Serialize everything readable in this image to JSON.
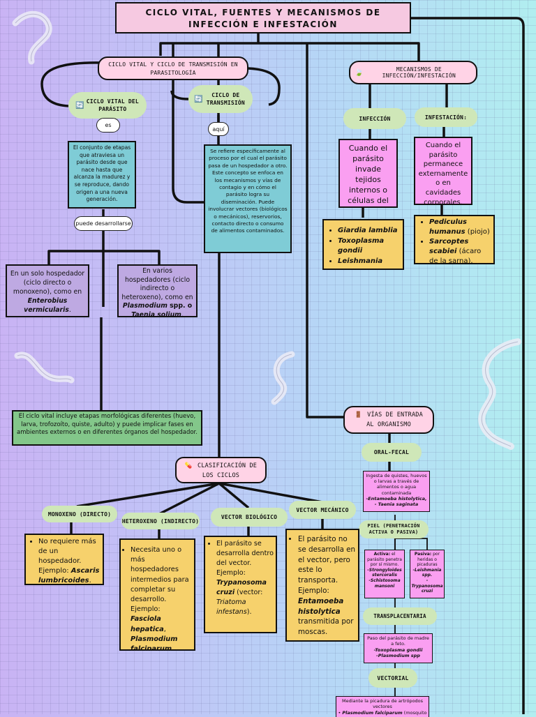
{
  "title": {
    "line1": "CICLO VITAL, FUENTES Y MECANISMOS DE",
    "line2": "INFECCIÓN E INFESTACIÓN"
  },
  "left": {
    "header": "CICLO VITAL Y CICLO DE TRANSMISIÓN EN PARASITOLOGÍA",
    "cv_label": "CICLO VITAL DEL PARÁSITO",
    "ct_label": "CICLO DE TRANSMISIÓN",
    "es": "es",
    "aqui": "aquí",
    "cv_def": "El conjunto de etapas que atraviesa un parásito desde que nace hasta que alcanza la madurez y se reproduce, dando origen a una nueva generación.",
    "ct_def": "Se refiere específicamente al proceso por el cual el parásito pasa de un hospedador a otro. Este concepto se enfoca en los mecanismos y vías de contagio y en cómo el parásito logra su diseminación. Puede involucrar vectores (biológicos o mecánicos), reservorios, contacto directo o consumo de alimentos contaminados.",
    "puede": "puede desarrollarse",
    "direct": {
      "t1": "En un solo hospedador (ciclo directo o monoxeno), como en",
      "t2": "Enterobius vermicularis",
      "t3": "."
    },
    "indirect": {
      "t1": "En varios hospedadores (ciclo indirecto o heteroxeno), como en",
      "t2": "Plasmodium",
      "t3": " spp. o ",
      "t4": "Taenia solium",
      "t5": "."
    },
    "green_note": "El ciclo vital incluye etapas morfológicas diferentes (huevo, larva, trofozoíto, quiste, adulto) y puede implicar fases en ambientes externos o en diferentes órganos del hospedador."
  },
  "right": {
    "header": "MECANISMOS DE INFECCIÓN/INFESTACIÓN",
    "infeccion": "INFECCIÓN",
    "infestacion": "INFESTACIÓN:",
    "infeccion_def": "Cuando el parásito invade tejidos internos o células del hospedador",
    "infestacion_def": "Cuando el parásito permanece externamente o en cavidades corporales.",
    "infeccion_ex": [
      "Giardia lamblia",
      "Toxoplasma gondii",
      "Leishmania spp."
    ],
    "infestacion_ex": [
      {
        "a": "Pediculus humanus",
        "b": " (piojo)"
      },
      {
        "a": "Sarcoptes scabiei",
        "b": " (ácaro de la sarna)."
      }
    ]
  },
  "vias": {
    "header": "VÍAS DE ENTRADA AL ORGANISMO",
    "oral": "ORAL-FECAL",
    "oral_def": "Ingesta de quistes, huevos o larvas a través de alimentos o agua contaminada",
    "oral_ex": [
      "-Entamoeba histolytica,",
      "- Taenia saginata"
    ],
    "piel": "PIEL (PENETRACIÓN ACTIVA O PASIVA)",
    "activa_head": "Activa:",
    "activa_txt": " el parásito penetra por sí mismo.",
    "activa_ex": [
      "-Strongyloides stercoralis",
      "-Schistosoma mansoni"
    ],
    "pasiva_head": "Pasiva:",
    "pasiva_txt": " por heridas o picaduras",
    "pasiva_ex": [
      "-Leishmania spp.",
      "-Trypanosoma cruzi"
    ],
    "trans": "TRANSPLACENTARIA",
    "trans_def": "Paso del parásito de madre a feto.",
    "trans_ex": [
      "-Toxoplasma gondii",
      "-Plasmodium spp"
    ],
    "vect": "VECTORIAL",
    "vect_def": "Mediante la picadura de artrópodos vectores",
    "vect_ex_a": "Plasmodium falciparum",
    "vect_ex_b": " (mosquito"
  },
  "clasif": {
    "header": "CLASIFICACIÓN DE LOS CICLOS",
    "mono": "MONOXENO (DIRECTO)",
    "hetero": "HETEROXENO (INDIRECTO)",
    "biol": "VECTOR BIOLÓGICO",
    "mec": "VECTOR MECÁNICO",
    "mono_t": "No requiere más de un hospedador. Ejemplo:",
    "mono_ex": "Ascaris lumbricoides",
    "hetero_t": "Necesita uno o más hospedadores intermedios para completar su desarrollo. Ejemplo:",
    "hetero_ex1": "Fasciola hepatica",
    "hetero_ex2": "Plasmodium falciparum",
    "biol_t": "El parásito se desarrolla dentro del vector. Ejemplo:",
    "biol_ex": "Trypanosoma cruzi",
    "biol_v1": " (vector: ",
    "biol_v2": "Triatoma infestans",
    "biol_v3": ").",
    "mec_t": "El parásito no se desarrolla en el vector, pero este lo transporta. Ejemplo:",
    "mec_ex": "Entamoeba histolytica",
    "mec_t2": " transmitida por moscas."
  },
  "colors": {
    "pink": "#f6c9e1",
    "green": "#cfe7b8",
    "teal": "#7fccd6",
    "purple": "#bea9e2",
    "yellow": "#f6d16c",
    "magenta": "#fa9ff1"
  }
}
